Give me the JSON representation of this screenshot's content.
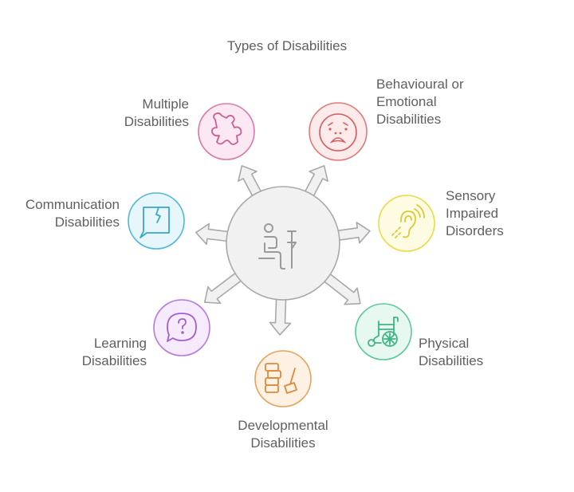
{
  "title": "Types of Disabilities",
  "center": {
    "icon": "person-with-crutch-icon",
    "fill": "#f1f1f1",
    "stroke": "#a8a8a8"
  },
  "nodes": [
    {
      "id": "multiple",
      "lines": [
        "Multiple",
        "Disabilities"
      ],
      "icon": "puzzle-piece-icon",
      "color": "#d97aa8",
      "fill": "#fce8f2"
    },
    {
      "id": "behavioural",
      "lines": [
        "Behavioural or",
        "Emotional",
        "Disabilities"
      ],
      "icon": "anxious-face-icon",
      "color": "#e07a7a",
      "fill": "#fdeaea"
    },
    {
      "id": "communication",
      "lines": [
        "Communication",
        "Disabilities"
      ],
      "icon": "broken-speech-bubble-icon",
      "color": "#4fb8d8",
      "fill": "#e6f6fb"
    },
    {
      "id": "sensory",
      "lines": [
        "Sensory",
        "Impaired",
        "Disorders"
      ],
      "icon": "hearing-ear-icon",
      "color": "#e8dc4a",
      "fill": "#fdfbe2"
    },
    {
      "id": "learning",
      "lines": [
        "Learning",
        "Disabilities"
      ],
      "icon": "question-speech-bubble-icon",
      "color": "#b57ae0",
      "fill": "#f6eafd"
    },
    {
      "id": "physical",
      "lines": [
        "Physical",
        "Disabilities"
      ],
      "icon": "wheelchair-icon",
      "color": "#5cc99a",
      "fill": "#e6f8ef"
    },
    {
      "id": "developmental",
      "lines": [
        "Developmental",
        "Disabilities"
      ],
      "icon": "blocks-and-hammer-icon",
      "color": "#e8a25a",
      "fill": "#fdf1e4"
    }
  ]
}
